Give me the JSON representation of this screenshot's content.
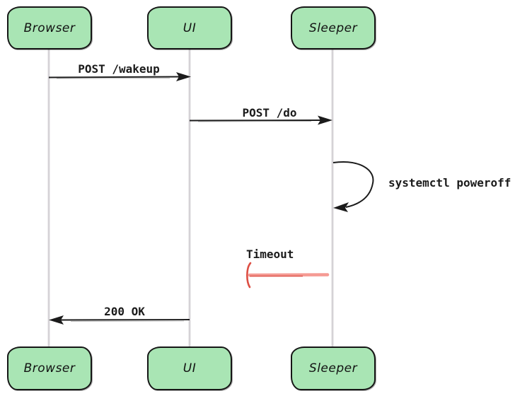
{
  "diagram": {
    "type": "sequence",
    "style": "hand-drawn",
    "actors": [
      {
        "id": "browser",
        "label": "Browser"
      },
      {
        "id": "ui",
        "label": "UI"
      },
      {
        "id": "sleeper",
        "label": "Sleeper"
      }
    ],
    "messages": [
      {
        "label": "POST /wakeup",
        "from": "browser",
        "to": "ui",
        "style": "solid-arrow"
      },
      {
        "label": "POST /do",
        "from": "ui",
        "to": "sleeper",
        "style": "solid-arrow"
      },
      {
        "label": "systemctl poweroff",
        "from": "sleeper",
        "to": "sleeper",
        "style": "self-arrow"
      },
      {
        "label": "Timeout",
        "from": "sleeper",
        "to": "none",
        "style": "lost-message",
        "color": "#dd544a"
      },
      {
        "label": "200 OK",
        "from": "ui",
        "to": "browser",
        "style": "solid-arrow"
      }
    ],
    "colors": {
      "actor_fill": "#a9e5b4",
      "actor_border": "#161616",
      "lifeline": "#d5d2d6",
      "message_ink": "#1b1b1b",
      "timeout_line": "#f59a93",
      "timeout_accent": "#dd544a",
      "background": "#ffffff"
    }
  }
}
